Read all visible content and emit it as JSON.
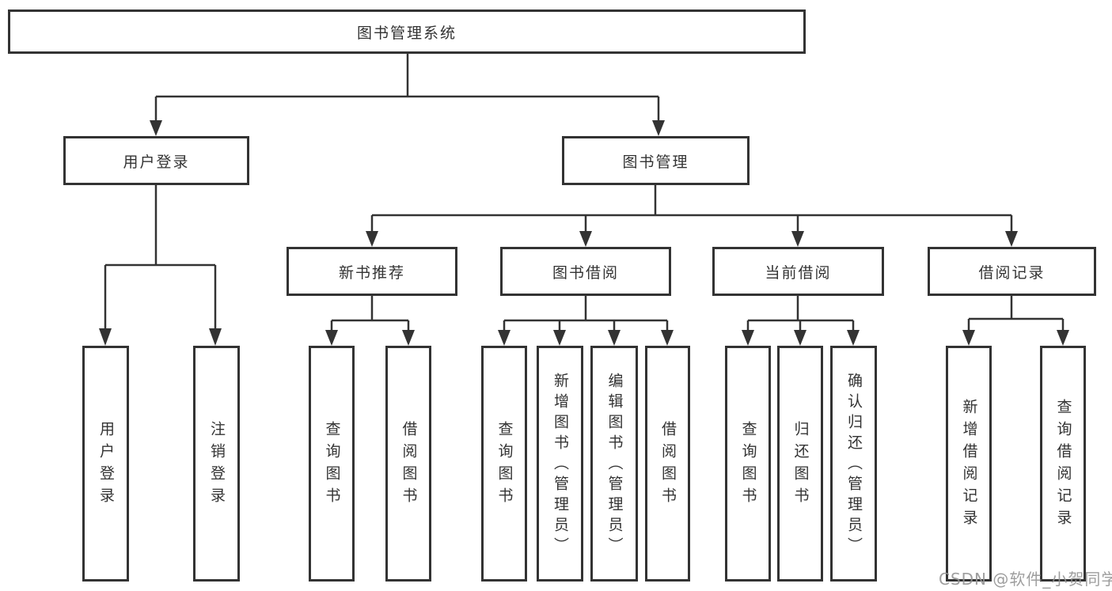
{
  "nodes": {
    "root": "图书管理系统",
    "user_login": "用户登录",
    "book_mgmt": "图书管理",
    "new_book_rec": "新书推荐",
    "book_borrow": "图书借阅",
    "current_borrow": "当前借阅",
    "borrow_record": "借阅记录",
    "leaf_user_login": "用户登录",
    "leaf_logout": "注销登录",
    "rec_query_book": "查询图书",
    "rec_borrow_book": "借阅图书",
    "bb_query_book": "查询图书",
    "bb_add_book": "新增图书（管理员）",
    "bb_edit_book": "编辑图书（管理员）",
    "bb_borrow_book": "借阅图书",
    "cb_query_book": "查询图书",
    "cb_return_book": "归还图书",
    "cb_confirm_return": "确认归还（管理员）",
    "br_add_record": "新增借阅记录",
    "br_query_record": "查询借阅记录"
  },
  "watermark": {
    "text": "CSDN @软件_小贺同学"
  },
  "colors": {
    "line": "#333333",
    "box_border": "#333333",
    "text": "#333333",
    "background": "#ffffff",
    "watermark": "#949494"
  }
}
